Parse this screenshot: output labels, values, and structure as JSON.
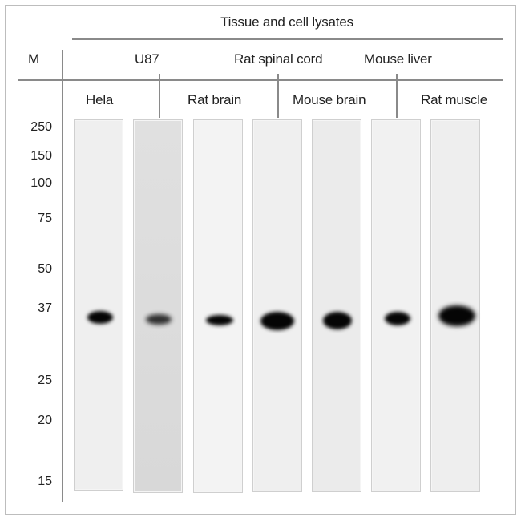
{
  "figure": {
    "title": "Tissue and cell lysates",
    "marker_header": "M",
    "top_row_labels": [
      "U87",
      "Rat spinal cord",
      "Mouse liver"
    ],
    "bottom_row_labels": [
      "Hela",
      "Rat brain",
      "Mouse brain",
      "Rat muscle"
    ],
    "marker_values": [
      "250",
      "150",
      "100",
      "75",
      "50",
      "37",
      "25",
      "20",
      "15"
    ]
  },
  "chart_data": {
    "type": "western-blot",
    "title": "Tissue and cell lysates",
    "ylabel": "M",
    "marker_kDa": [
      250,
      150,
      100,
      75,
      50,
      37,
      25,
      20,
      15
    ],
    "lanes": [
      {
        "name": "Hela",
        "band_kDa": 35,
        "intensity": "strong",
        "background": "#efefef"
      },
      {
        "name": "U87",
        "band_kDa": 35,
        "intensity": "moderate",
        "background": "#dcdcdc"
      },
      {
        "name": "Rat brain",
        "band_kDa": 35,
        "intensity": "moderate-strong",
        "background": "#f3f3f3"
      },
      {
        "name": "Rat spinal cord",
        "band_kDa": 34,
        "intensity": "very strong",
        "background": "#efefef"
      },
      {
        "name": "Mouse brain",
        "band_kDa": 34,
        "intensity": "very strong",
        "background": "#ebebeb"
      },
      {
        "name": "Mouse liver",
        "band_kDa": 35,
        "intensity": "strong",
        "background": "#f1f1f1"
      },
      {
        "name": "Rat muscle",
        "band_kDa": 35,
        "intensity": "very strong",
        "background": "#eeeeee"
      }
    ]
  }
}
